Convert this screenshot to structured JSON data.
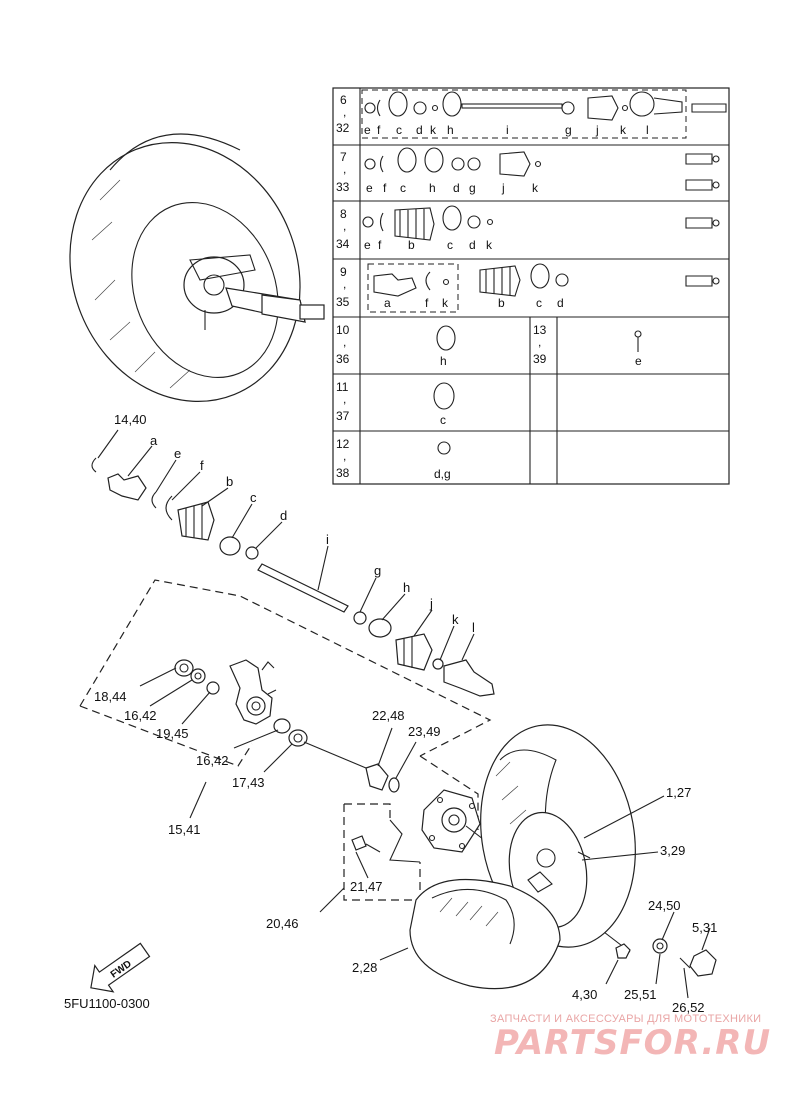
{
  "table": {
    "rows": [
      {
        "ref": [
          "6",
          ",",
          "32"
        ],
        "letters": [
          "e",
          "f",
          "c",
          "d",
          "k",
          "h",
          "i",
          "g",
          "j",
          "k",
          "l"
        ]
      },
      {
        "ref": [
          "7",
          ",",
          "33"
        ],
        "letters": [
          "e",
          "f",
          "c",
          "h",
          "d",
          "g",
          "j",
          "k"
        ]
      },
      {
        "ref": [
          "8",
          ",",
          "34"
        ],
        "letters": [
          "e",
          "f",
          "b",
          "c",
          "d",
          "k"
        ]
      },
      {
        "ref": [
          "9",
          ",",
          "35"
        ],
        "letters": [
          "a",
          "f",
          "k",
          "b",
          "c",
          "d"
        ]
      },
      {
        "ref": [
          "10",
          ",",
          "36"
        ],
        "letters": [
          "h"
        ],
        "ref2": [
          "13",
          ",",
          "39"
        ],
        "letters2": [
          "e"
        ]
      },
      {
        "ref": [
          "11",
          ",",
          "37"
        ],
        "letters": [
          "c"
        ]
      },
      {
        "ref": [
          "12",
          ",",
          "38"
        ],
        "letters": [
          "d,g"
        ]
      }
    ]
  },
  "callouts": {
    "c14_40": "14,40",
    "a": "a",
    "e": "e",
    "f": "f",
    "b": "b",
    "c": "c",
    "d": "d",
    "i": "i",
    "g": "g",
    "h": "h",
    "j": "j",
    "k": "k",
    "l": "l",
    "c18_44": "18,44",
    "c16_42a": "16,42",
    "c19_45": "19,45",
    "c16_42b": "16,42",
    "c17_43": "17,43",
    "c15_41": "15,41",
    "c22_48": "22,48",
    "c23_49": "23,49",
    "c1_27": "1,27",
    "c3_29": "3,29",
    "c21_47": "21,47",
    "c20_46": "20,46",
    "c24_50": "24,50",
    "c5_31": "5,31",
    "c2_28": "2,28",
    "c4_30": "4,30",
    "c25_51": "25,51",
    "c26_52": "26,52"
  },
  "fwd_label": "FWD",
  "diagram_code": "5FU1100-0300",
  "watermark": {
    "caption": "ЗАПЧАСТИ И АКСЕССУАРЫ ДЛЯ МОТОТЕХНИКИ",
    "brand": "PARTSFOR.RU"
  },
  "colors": {
    "line": "#222222",
    "watermark": "#f3b6b6"
  }
}
